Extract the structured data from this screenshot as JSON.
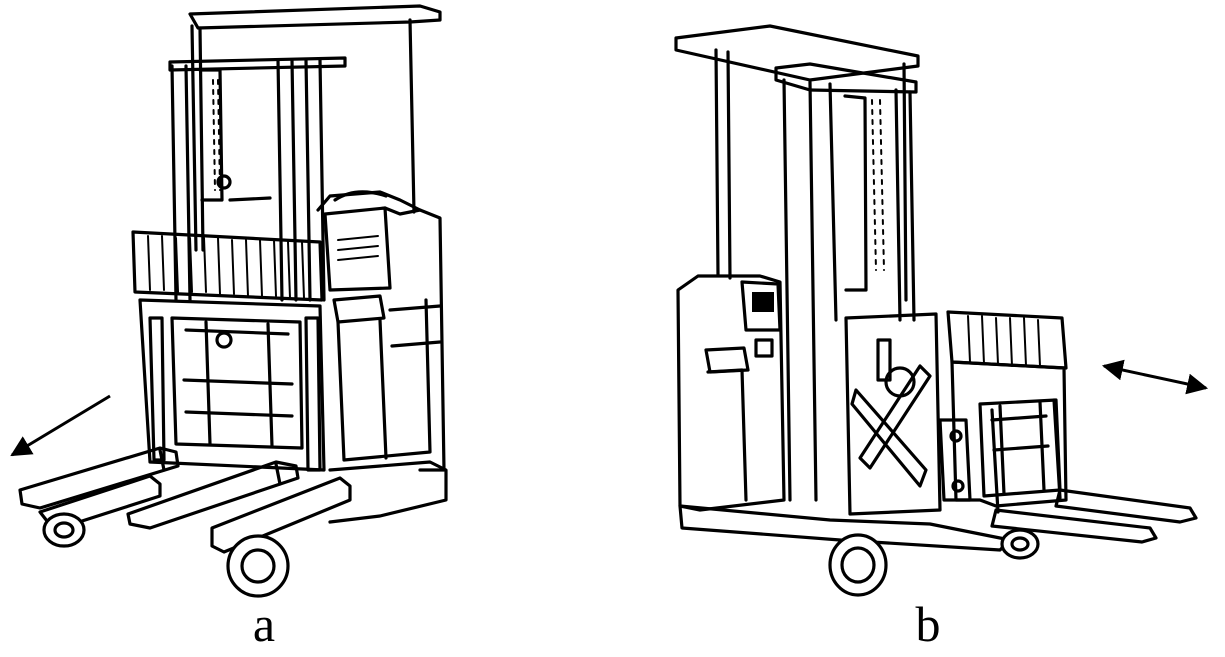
{
  "figure": {
    "panels": [
      {
        "id": "a",
        "label": "a",
        "subject": "reach-truck-icon",
        "motion": "fork-extend-arrow"
      },
      {
        "id": "b",
        "label": "b",
        "subject": "reach-truck-icon",
        "motion": "reach-bidirectional-arrow"
      }
    ],
    "colors": {
      "ink": "#000000",
      "paper": "#ffffff"
    }
  }
}
